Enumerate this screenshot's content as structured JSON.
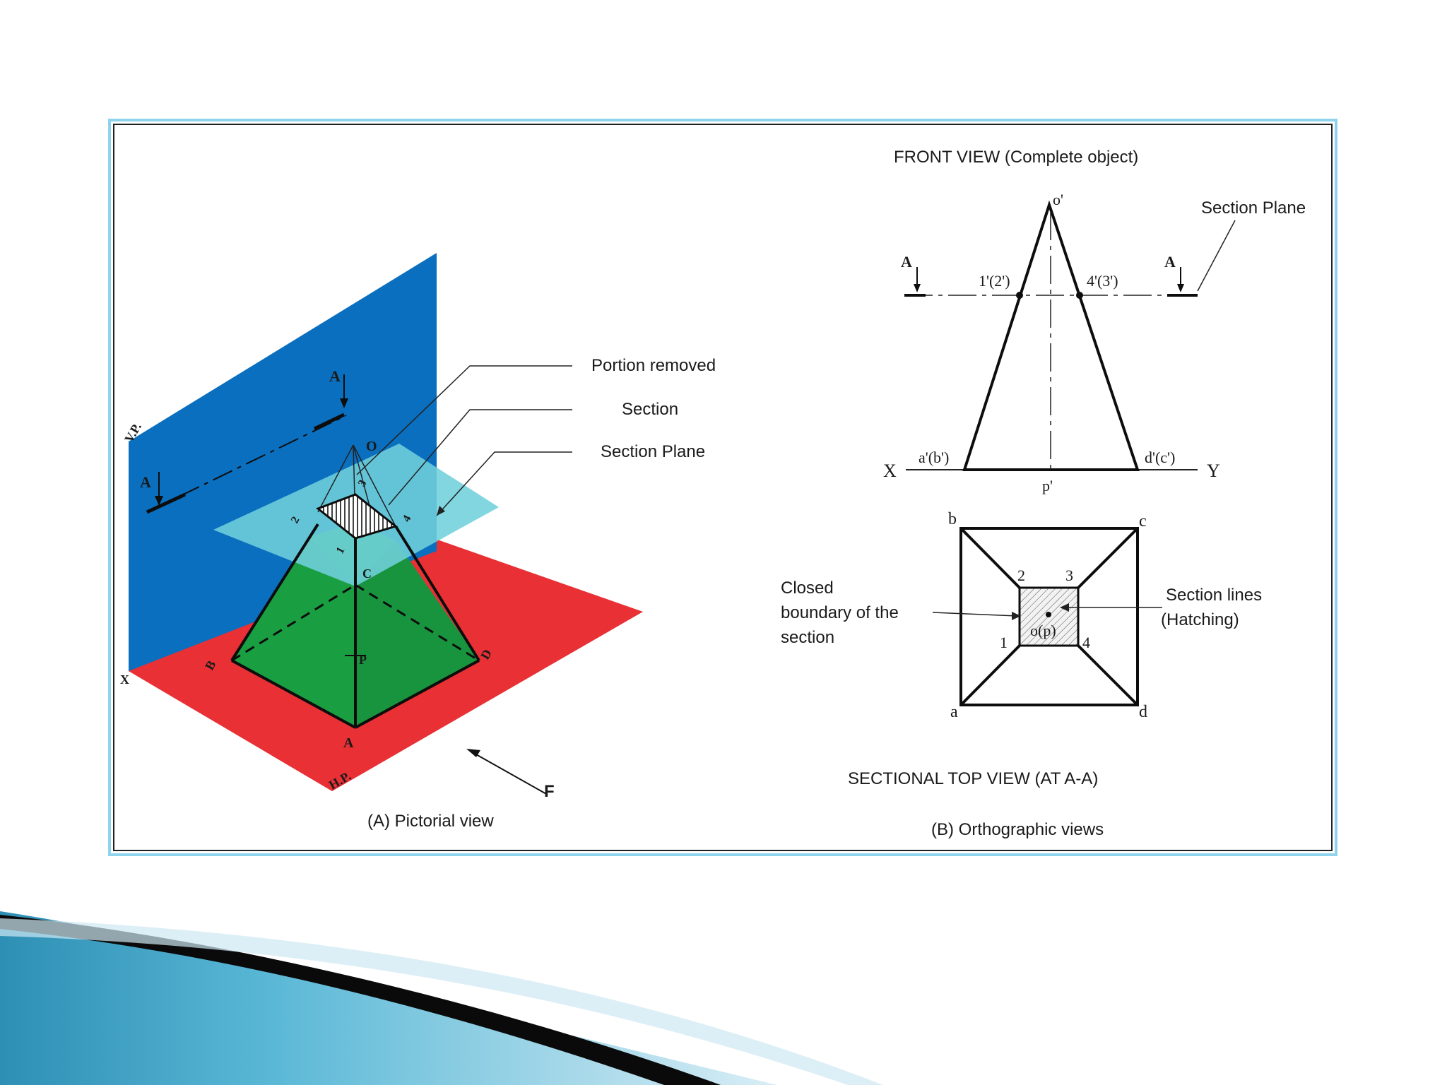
{
  "colors": {
    "vertical_plane": "#0a6fbf",
    "horizontal_plane": "#e83035",
    "pyramid": "#1a9e42",
    "section_plane": "#6fd0dc",
    "frame_border": "#8fd4ec",
    "swoosh_light": "#5ab8d6",
    "swoosh_dark": "#0a0a0a"
  },
  "pictorial": {
    "title": "(A) Pictorial view",
    "callouts": {
      "portion_removed": "Portion removed",
      "section": "Section",
      "section_plane": "Section Plane"
    },
    "plane_labels": {
      "vp": "V.P.",
      "hp": "H.P.",
      "x": "X"
    },
    "section_marks": {
      "upper": "A",
      "lower": "A"
    },
    "corner_labels": {
      "a": "A",
      "b": "B",
      "c": "C",
      "d": "D",
      "o": "O",
      "p": "P"
    },
    "section_points": {
      "p1": "1",
      "p2": "2",
      "p3": "3",
      "p4": "4"
    },
    "viewing_direction": "F"
  },
  "orthographic": {
    "title": "(B) Orthographic views",
    "front_view": {
      "heading": "FRONT VIEW (Complete object)",
      "apex": "o'",
      "left_section_mark": "A",
      "right_section_mark": "A",
      "section_plane_label": "Section Plane",
      "left_point": "1'(2')",
      "right_point": "4'(3')",
      "left_base": "a'(b')",
      "right_base": "d'(c')",
      "base_center": "p'",
      "x_label": "X",
      "y_label": "Y"
    },
    "top_view": {
      "heading": "SECTIONAL TOP VIEW (AT A-A)",
      "corners": {
        "a": "a",
        "b": "b",
        "c": "c",
        "d": "d"
      },
      "inner_points": {
        "p1": "1",
        "p2": "2",
        "p3": "3",
        "p4": "4"
      },
      "center": "o(p)",
      "left_callout": [
        "Closed",
        "boundary of the",
        "section"
      ],
      "right_callout": [
        "Section lines",
        "(Hatching)"
      ]
    }
  }
}
